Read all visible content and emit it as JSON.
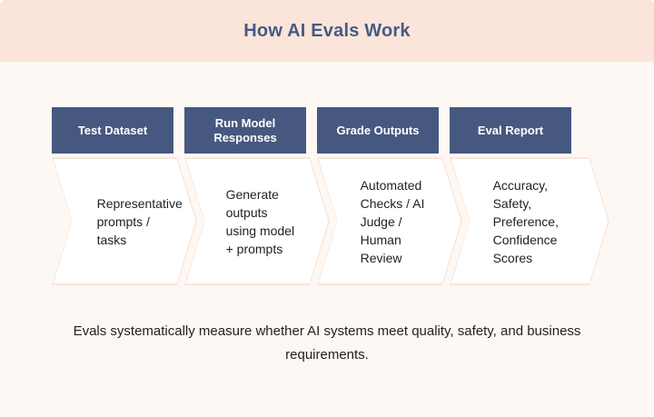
{
  "title": "How AI Evals Work",
  "colors": {
    "header_band": "#FBE5DA",
    "page_background": "#FDF8F3",
    "stage_header": "#46587F",
    "stage_header_text": "#FFFFFF",
    "title_text": "#455B85",
    "body_text": "#222222",
    "chevron_fill": "#FFFFFF",
    "chevron_outline": "#FBE5DA"
  },
  "stages": [
    {
      "header": "Test Dataset",
      "body": "Representative prompts / tasks"
    },
    {
      "header": "Run Model\nResponses",
      "body": "Generate outputs using model + prompts"
    },
    {
      "header": "Grade Outputs",
      "body": "Automated Checks / AI Judge / Human Review"
    },
    {
      "header": "Eval Report",
      "body": "Accuracy, Safety, Preference, Confidence Scores"
    }
  ],
  "caption": "Evals systematically measure whether AI systems meet quality, safety, and business requirements."
}
